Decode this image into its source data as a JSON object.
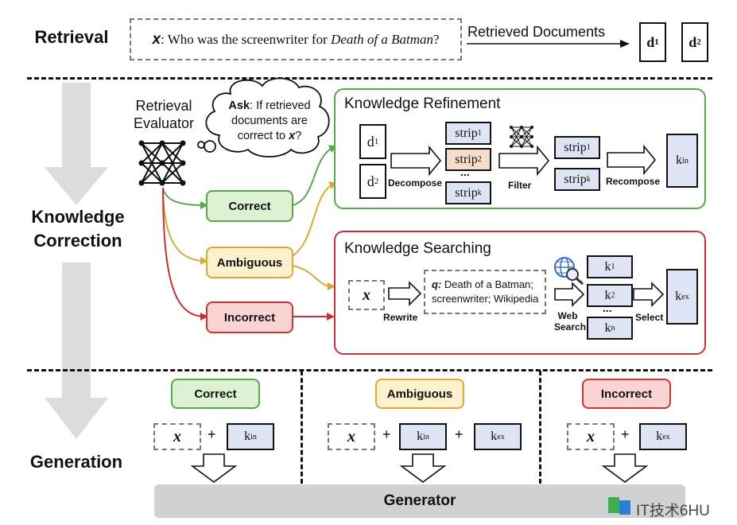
{
  "stages": {
    "retrieval": "Retrieval",
    "knowledge_correction": "Knowledge\nCorrection",
    "generation": "Generation"
  },
  "query": {
    "var": "x",
    "prefix": ": Who was the screenwriter for ",
    "title": "Death of a Batman",
    "suffix": "?"
  },
  "retrieved_documents_label": "Retrieved Documents",
  "docs": {
    "d1_base": "d",
    "d1_sub": "1",
    "d2_base": "d",
    "d2_sub": "2"
  },
  "evaluator": {
    "label_line1": "Retrieval",
    "label_line2": "Evaluator",
    "cloud_ask": "Ask",
    "cloud_text1": ": If retrieved",
    "cloud_text2": "documents are",
    "cloud_text3": "correct to ",
    "cloud_var": "x",
    "cloud_end": "?"
  },
  "tags": {
    "correct": "Correct",
    "ambiguous": "Ambiguous",
    "incorrect": "Incorrect"
  },
  "refinement": {
    "title": "Knowledge Refinement",
    "decompose": "Decompose",
    "filter": "Filter",
    "recompose": "Recompose",
    "strip": "strip",
    "sub1": "1",
    "sub2": "2",
    "subk": "k",
    "dots": "...",
    "k_base": "k",
    "k_sub": "in"
  },
  "searching": {
    "title": "Knowledge Searching",
    "rewrite": "Rewrite",
    "q_label": "q:",
    "q_line1": " Death of a Batman;",
    "q_line2": "screenwriter; Wikipedia",
    "web": "Web",
    "search": "Search",
    "select": "Select",
    "k": "k",
    "sub1": "1",
    "sub2": "2",
    "subn": "n",
    "dots": "...",
    "kex_base": "k",
    "kex_sub": "ex"
  },
  "generation": {
    "plus": "+",
    "x": "x",
    "k": "k",
    "in": "in",
    "ex": "ex",
    "generator": "Generator"
  },
  "watermark": "IT技术6HU",
  "colors": {
    "green": "#5aa64a",
    "yellow": "#d6a93b",
    "red": "#c33333",
    "strip_blue": "#dfe4f4",
    "strip_peach": "#f8dccb",
    "stage_arrow": "#dcdcdc"
  }
}
